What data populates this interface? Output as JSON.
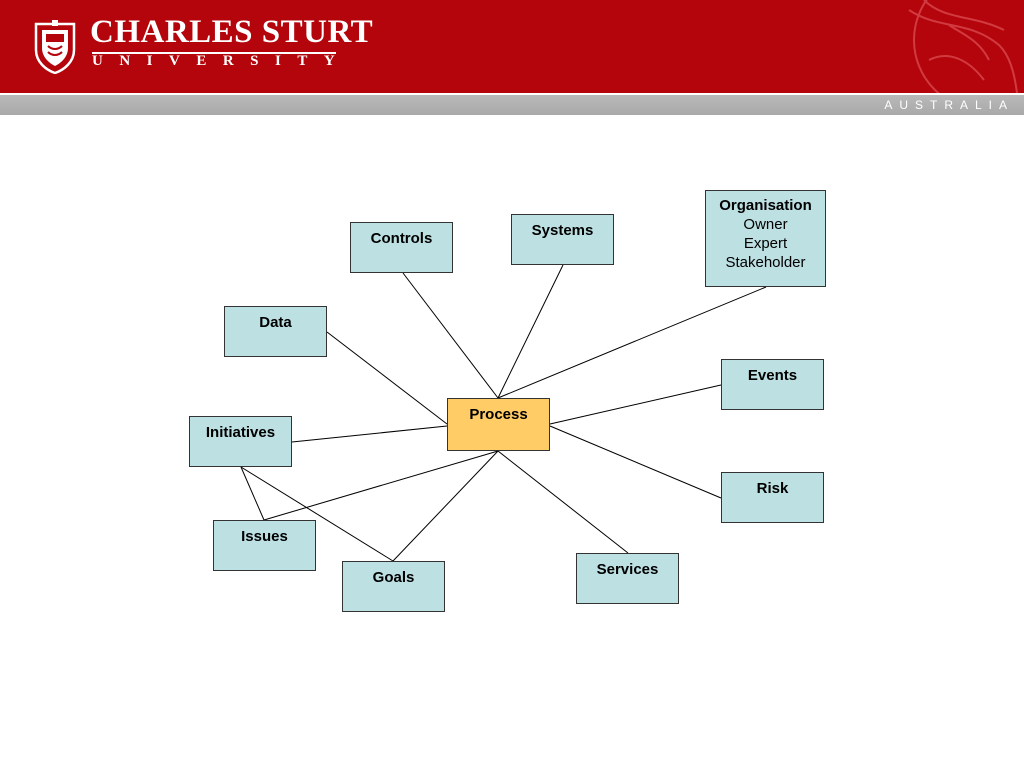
{
  "header": {
    "university_line1": "CHARLES STURT",
    "university_line2": "UNIVERSITY",
    "country": "AUSTRALIA",
    "brand_color": "#b3050b",
    "strip_color": "#b0b0b0",
    "crest_icon": "university-crest-icon"
  },
  "diagram": {
    "node_fill": "#bde0e3",
    "center_fill": "#ffcc66",
    "nodes": {
      "process": {
        "title": "Process"
      },
      "controls": {
        "title": "Controls"
      },
      "systems": {
        "title": "Systems"
      },
      "organisation": {
        "title": "Organisation",
        "lines": [
          "Owner",
          "Expert",
          "Stakeholder"
        ]
      },
      "data": {
        "title": "Data"
      },
      "events": {
        "title": "Events"
      },
      "initiatives": {
        "title": "Initiatives"
      },
      "risk": {
        "title": "Risk"
      },
      "issues": {
        "title": "Issues"
      },
      "goals": {
        "title": "Goals"
      },
      "services": {
        "title": "Services"
      }
    },
    "edges": [
      [
        "process",
        "controls"
      ],
      [
        "process",
        "systems"
      ],
      [
        "process",
        "organisation"
      ],
      [
        "process",
        "data"
      ],
      [
        "process",
        "events"
      ],
      [
        "process",
        "initiatives"
      ],
      [
        "process",
        "risk"
      ],
      [
        "process",
        "issues"
      ],
      [
        "process",
        "goals"
      ],
      [
        "process",
        "services"
      ],
      [
        "initiatives",
        "issues"
      ],
      [
        "initiatives",
        "goals"
      ]
    ]
  }
}
